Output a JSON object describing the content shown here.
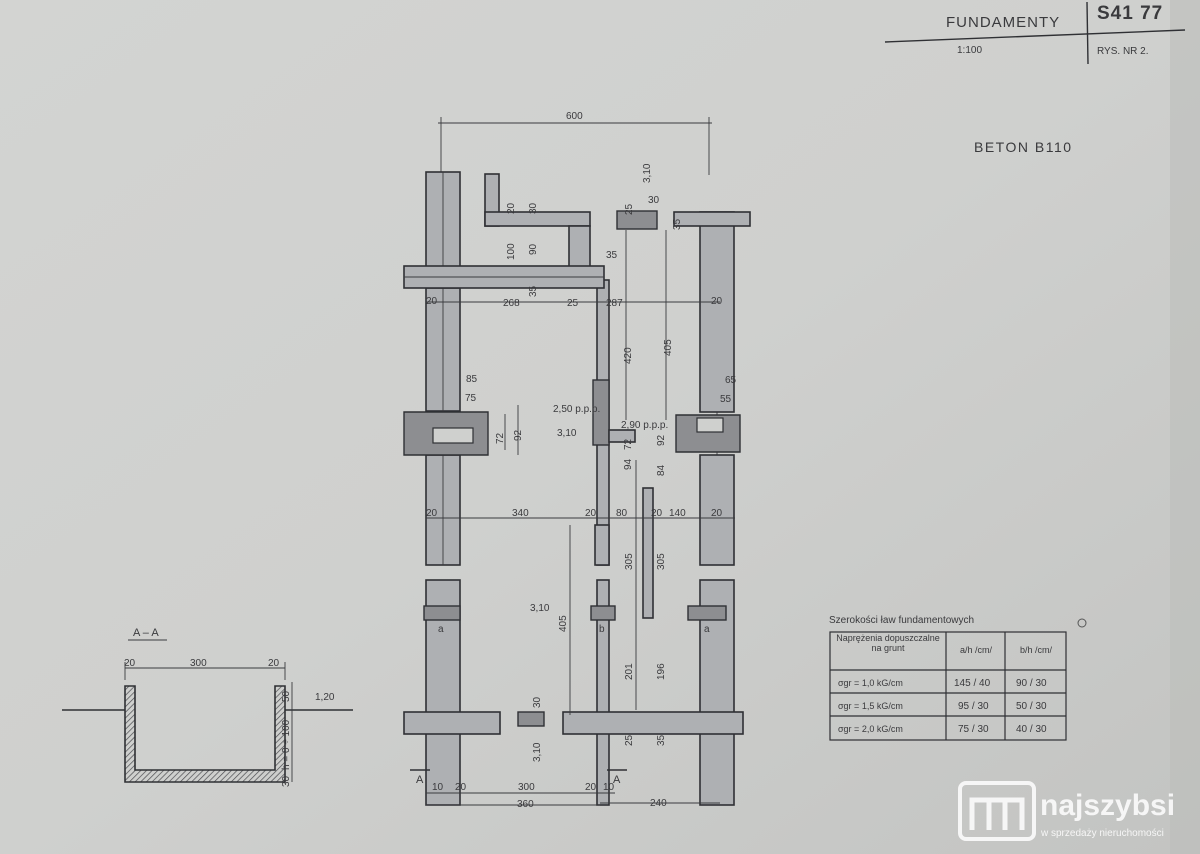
{
  "title_block": {
    "title": "FUNDAMENTY",
    "code": "S41 77",
    "scale": "1:100",
    "sheet": "RYS. NR 2."
  },
  "material_note": "BETON   B110",
  "dimensions": {
    "top_total": "600",
    "d310_top": "3,10",
    "d25": "25",
    "d30_top": "30",
    "d35_right": "35",
    "d20_a": "20",
    "d30_a": "30",
    "d100": "100",
    "d90": "90",
    "d35_b": "35",
    "d35_c": "35",
    "d20_left": "20",
    "d268": "268",
    "d25_mid": "25",
    "d287": "287",
    "d20_right": "20",
    "d420": "420",
    "d405_right": "405",
    "d85": "85",
    "d75": "75",
    "d72_l": "72",
    "d92_l": "92",
    "lvl250": "2,50 p.p.p.",
    "lvl310_mid": "3,10",
    "lvl290": "2,90 p.p.p.",
    "d72_m": "72",
    "d92_m": "92",
    "d94": "94",
    "d84": "84",
    "d65": "65",
    "d55": "55",
    "d20_row2_l": "20",
    "d340": "340",
    "d20_row2_m": "20",
    "d80": "80",
    "d20_row2_n": "20",
    "d140": "140",
    "d20_row2_r": "20",
    "d305_a": "305",
    "d305_b": "305",
    "lvl310_low": "3,10",
    "d405_left": "405",
    "a_left": "a",
    "b_mid": "b",
    "a_right": "a",
    "d201": "201",
    "d196": "196",
    "d30_pier": "30",
    "d310_pier": "3,10",
    "d25_low": "25",
    "d35_low": "35",
    "d10_l": "10",
    "d20_low_l": "20",
    "d300_low": "300",
    "d20_low_r": "20",
    "d10_r": "10",
    "d360": "360",
    "d240": "240",
    "sec_left": "A",
    "sec_right": "A"
  },
  "section": {
    "label": "A – A",
    "w_left": "20",
    "w_mid": "300",
    "w_right": "20",
    "h50": "50",
    "h_var": "h = 0 ÷ 100",
    "h30": "30",
    "level": "1,20"
  },
  "table": {
    "caption": "Szerokości ław fundamentowych",
    "headers": [
      "Naprężenia dopuszczalne na grunt",
      "a/h /cm/",
      "b/h /cm/"
    ],
    "rows": [
      {
        "stress": "σgr = 1,0 kG/cm",
        "a": "145 / 40",
        "b": "90 / 30"
      },
      {
        "stress": "σgr = 1,5 kG/cm",
        "a": "95 / 30",
        "b": "50 / 30"
      },
      {
        "stress": "σgr = 2,0 kG/cm",
        "a": "75 / 30",
        "b": "40 / 30"
      }
    ]
  },
  "watermark": {
    "brand": "najszybsi",
    "tagline": "w sprzedaży nieruchomości"
  }
}
